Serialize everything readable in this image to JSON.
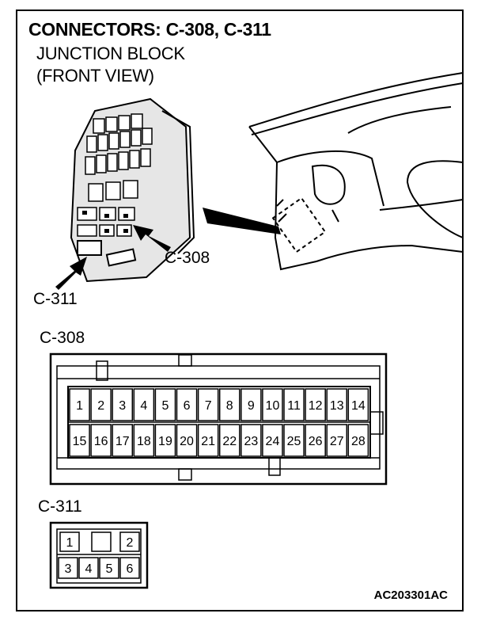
{
  "title": "CONNECTORS: C-308, C-311",
  "subtitle_line1": "JUNCTION BLOCK",
  "subtitle_line2": "(FRONT VIEW)",
  "callouts": {
    "c308": "C-308",
    "c311": "C-311"
  },
  "connector_c308": {
    "label": "C-308",
    "row1": [
      "1",
      "2",
      "3",
      "4",
      "5",
      "6",
      "7",
      "8",
      "9",
      "10",
      "11",
      "12",
      "13",
      "14"
    ],
    "row2": [
      "15",
      "16",
      "17",
      "18",
      "19",
      "20",
      "21",
      "22",
      "23",
      "24",
      "25",
      "26",
      "27",
      "28"
    ]
  },
  "connector_c311": {
    "label": "C-311",
    "row1": [
      "1",
      "",
      "2"
    ],
    "row2": [
      "3",
      "4",
      "5",
      "6"
    ]
  },
  "figure_code": "AC203301AC"
}
